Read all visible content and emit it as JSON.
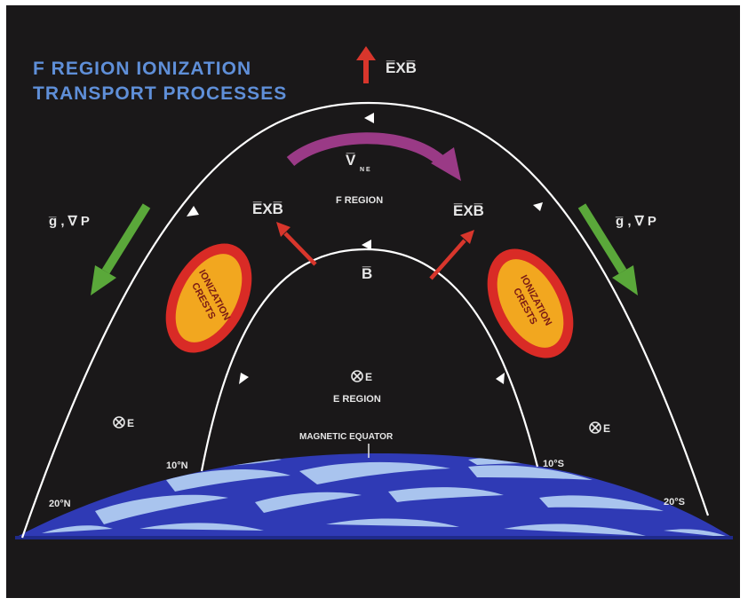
{
  "title": {
    "line1": "F REGION IONIZATION",
    "line2": "TRANSPORT PROCESSES"
  },
  "labels": {
    "exb_top": "E̅XB̅",
    "exb_left": "E̅XB̅",
    "exb_right": "E̅XB̅",
    "v_bar": "V̅",
    "v_sub": "N E",
    "f_region": "F REGION",
    "b_bar": "B̅",
    "e_region": "E REGION",
    "e_center": "E",
    "e_left": "E",
    "e_right": "E",
    "magnetic_equator": "MAGNETIC EQUATOR",
    "lat_10n": "10°N",
    "lat_20n": "20°N",
    "lat_10s": "10°S",
    "lat_20s": "20°S",
    "grav_left": "g̅ ,  ∇  P",
    "grav_right": "g̅ ,  ∇  P",
    "crest_left_1": "IONIZATION",
    "crest_left_2": "CRESTS",
    "crest_right_1": "IONIZATION",
    "crest_right_2": "CRESTS"
  },
  "colors": {
    "background": "#1a1819",
    "title": "#5f8fd8",
    "field_lines": "#ffffff",
    "exb_arrows": "#d8362c",
    "neutral_wind_arrow": "#9a3a86",
    "gravity_arrows": "#5aa83a",
    "crest_outer": "#d92b26",
    "crest_inner": "#f2a71f",
    "earth": "#2f3ab5",
    "earth_swirl": "#a9c4ee"
  }
}
